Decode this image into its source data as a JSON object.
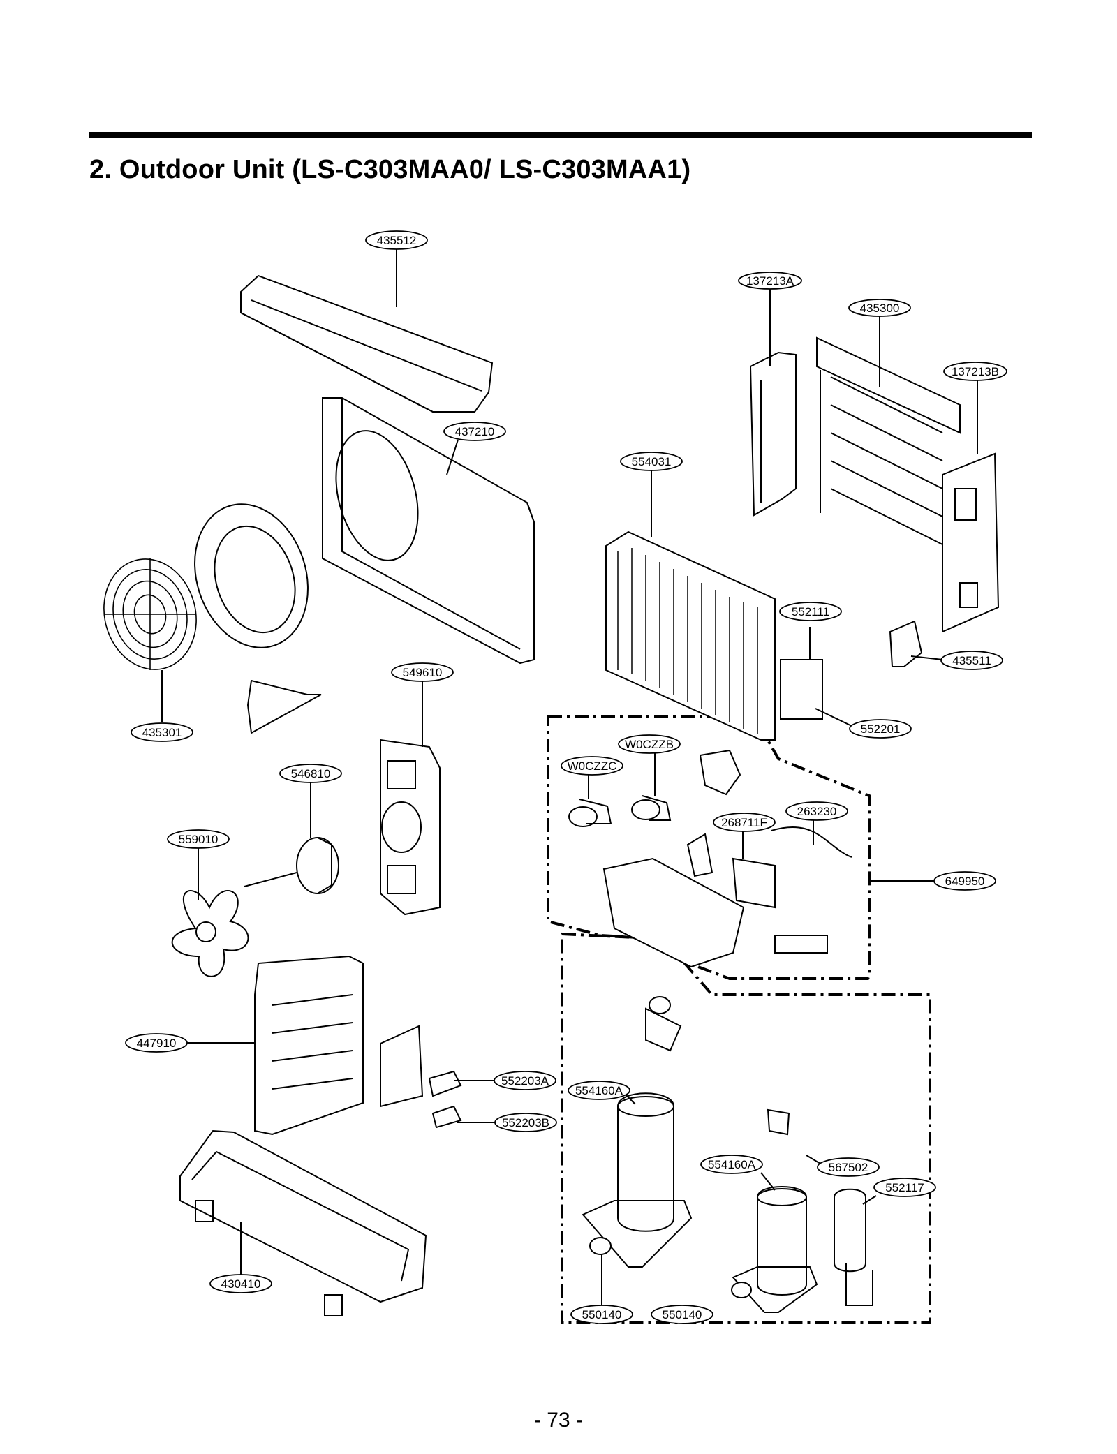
{
  "title": "2. Outdoor Unit (LS-C303MAA0/ LS-C303MAA1)",
  "page_number": "- 73 -",
  "parts": {
    "p435512": "435512",
    "p137213A": "137213A",
    "p435300": "435300",
    "p137213B": "137213B",
    "p437210": "437210",
    "p554031": "554031",
    "p552111": "552111",
    "p435511": "435511",
    "p552201": "552201",
    "p435301": "435301",
    "p549610": "549610",
    "p546810": "546810",
    "pW0CZZB": "W0CZZB",
    "pW0CZZC": "W0CZZC",
    "p263230": "263230",
    "p268711F": "268711F",
    "p559010": "559010",
    "p649950": "649950",
    "p447910": "447910",
    "p552203A": "552203A",
    "p554160A_1": "554160A",
    "p552203B": "552203B",
    "p554160A_2": "554160A",
    "p567502": "567502",
    "p552117": "552117",
    "p430410": "430410",
    "p550140_1": "550140",
    "p550140_2": "550140"
  }
}
